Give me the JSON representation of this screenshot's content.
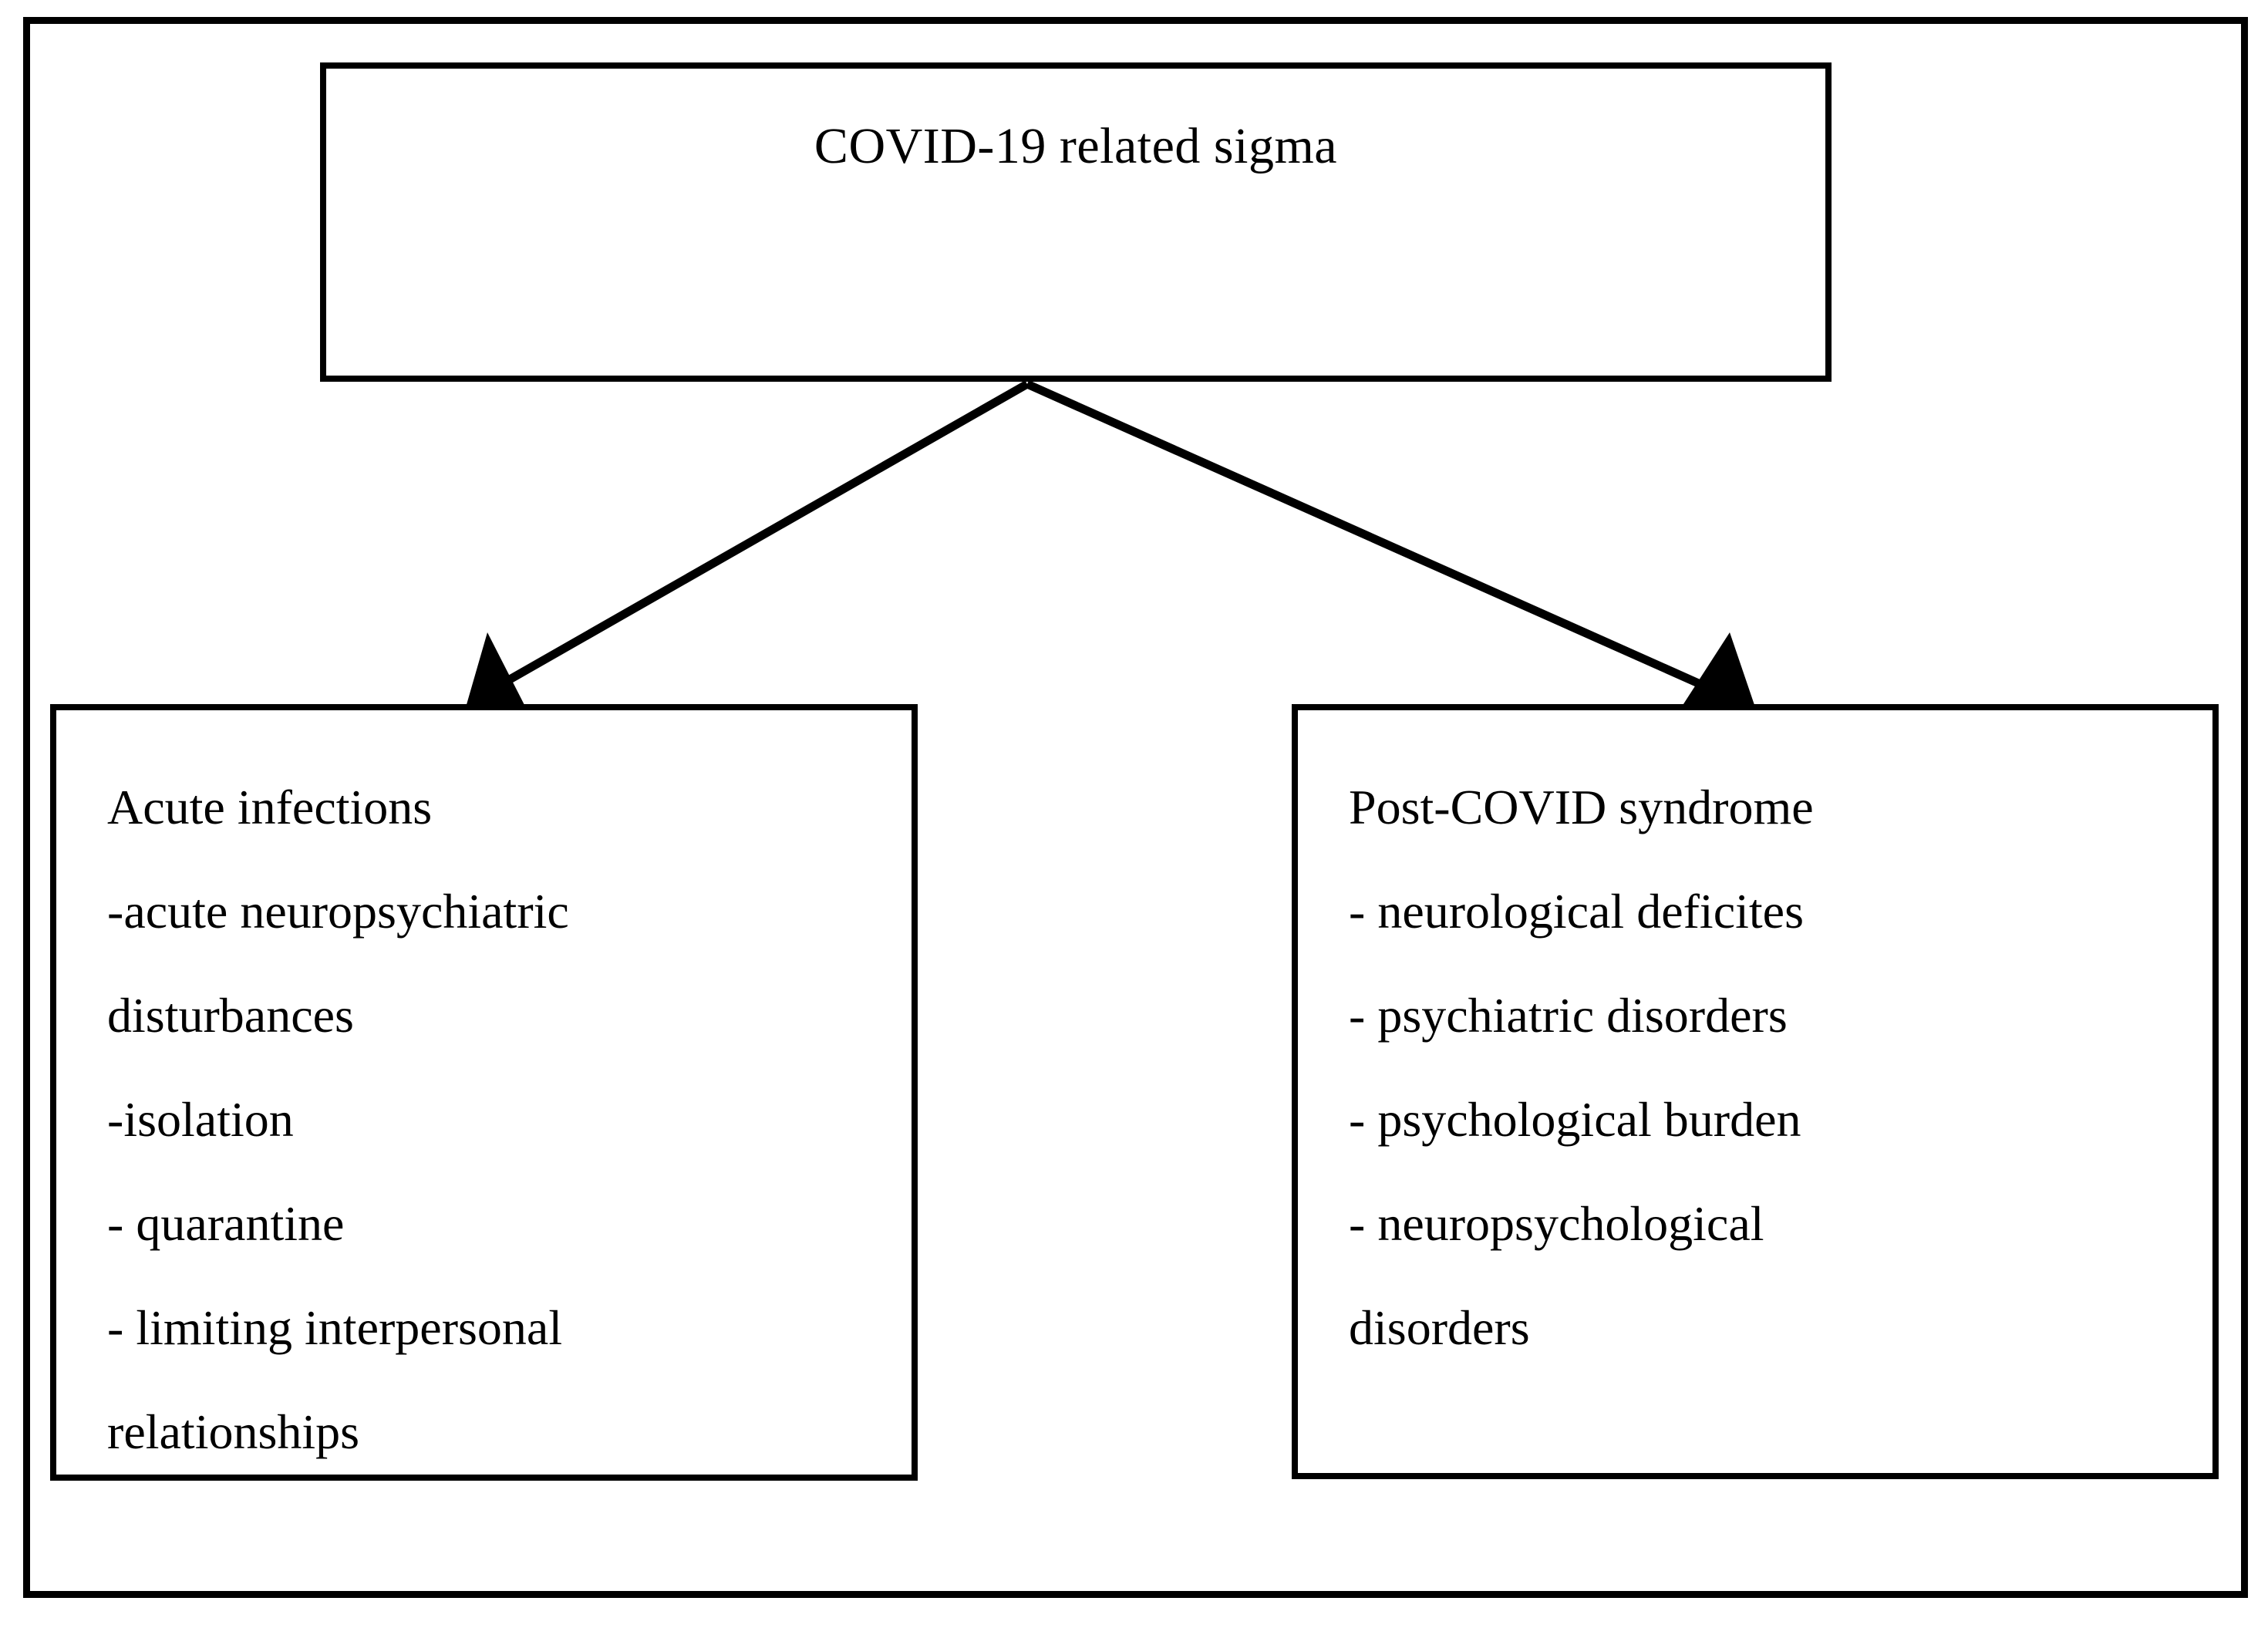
{
  "diagram": {
    "title": "COVID-19 related sigma",
    "type": "flowchart",
    "frame": {
      "style": "solid-black-rectangle"
    },
    "root": {
      "id": "covid-stigma",
      "label": "COVID-19 related sigma"
    },
    "branches": [
      {
        "id": "acute-infections",
        "heading": "Acute infections",
        "lines": [
          "Acute infections",
          "-acute neuropsychiatric",
          "disturbances",
          "-isolation",
          "- quarantine",
          "- limiting interpersonal",
          "relationships"
        ]
      },
      {
        "id": "post-covid-syndrome",
        "heading": "Post-COVID syndrome",
        "lines": [
          "Post-COVID syndrome",
          "- neurological deficites",
          "- psychiatric disorders",
          "- psychological burden",
          "- neuropsychological",
          "disorders"
        ]
      }
    ],
    "connectors": [
      {
        "id": "arrow-to-acute-infections",
        "from": "covid-stigma",
        "to": "acute-infections",
        "style": "solid-line-with-arrowhead"
      },
      {
        "id": "arrow-to-post-covid-syndrome",
        "from": "covid-stigma",
        "to": "post-covid-syndrome",
        "style": "solid-line-with-arrowhead"
      }
    ],
    "colors": {
      "stroke": "#000000",
      "fill": "#ffffff",
      "text": "#000000"
    }
  }
}
